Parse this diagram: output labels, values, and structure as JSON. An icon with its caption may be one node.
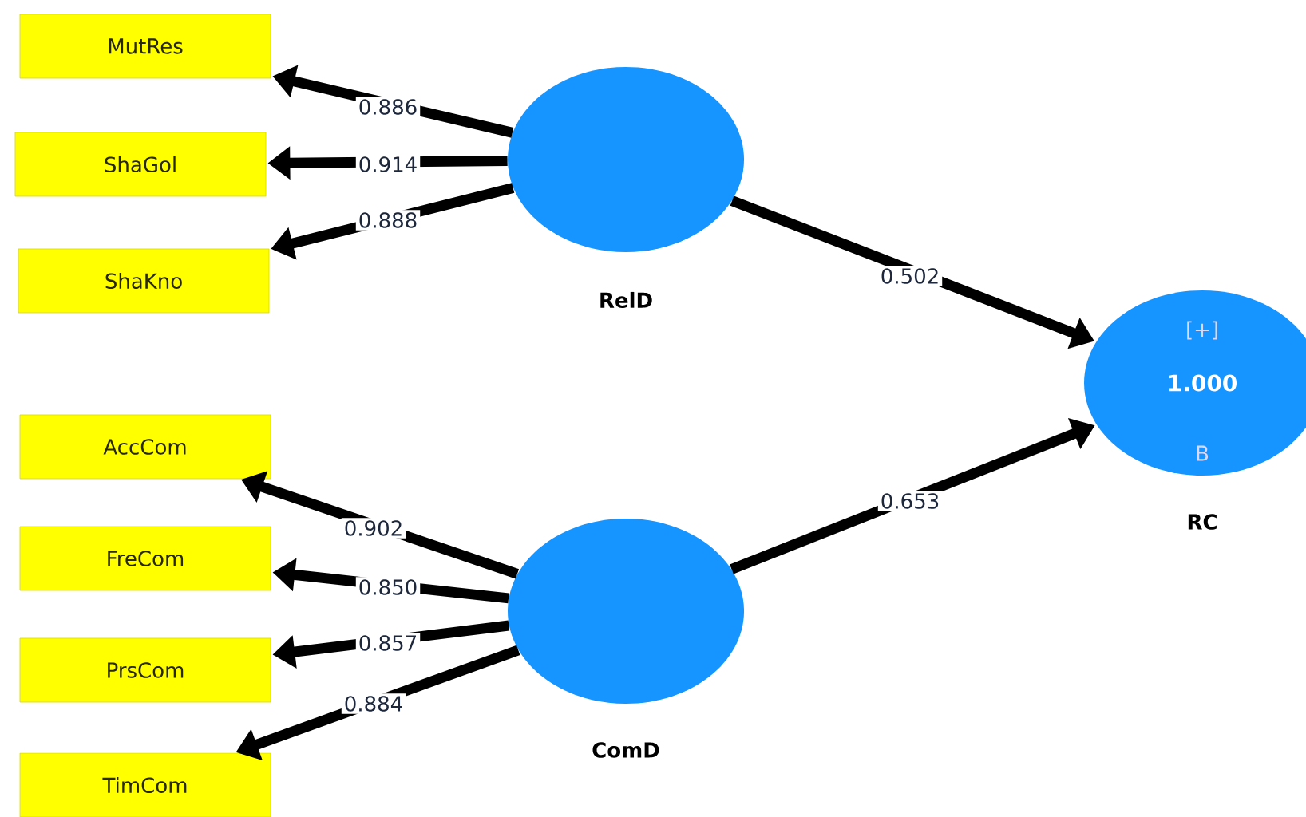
{
  "diagram": {
    "nodes": [
      {
        "text": [
          "MutRes"
        ]
      },
      {
        "text": [
          "ShaGol"
        ]
      },
      {
        "text": [
          "ShaKno"
        ]
      },
      {
        "text": [
          "RelD"
        ]
      },
      {
        "text": [
          "AccCom"
        ]
      },
      {
        "text": [
          "FreCom"
        ]
      },
      {
        "text": [
          "PrsCom"
        ]
      },
      {
        "text": [
          "TimCom"
        ]
      },
      {
        "text": [
          "ComD"
        ]
      },
      {
        "text": [
          "[+]",
          "1.000",
          "B",
          "RC"
        ]
      }
    ],
    "edges": [
      {
        "from": 3,
        "to": 0,
        "arrow": "to",
        "label": "0.886"
      },
      {
        "from": 3,
        "to": 1,
        "arrow": "to",
        "label": "0.914"
      },
      {
        "from": 3,
        "to": 2,
        "arrow": "to",
        "label": "0.888"
      },
      {
        "from": 8,
        "to": 4,
        "arrow": "to",
        "label": "0.902"
      },
      {
        "from": 8,
        "to": 5,
        "arrow": "to",
        "label": "0.850"
      },
      {
        "from": 8,
        "to": 6,
        "arrow": "to",
        "label": "0.857"
      },
      {
        "from": 8,
        "to": 7,
        "arrow": "to",
        "label": "0.884"
      },
      {
        "from": 3,
        "to": 9,
        "arrow": "to",
        "label": "0.502"
      },
      {
        "from": 8,
        "to": 9,
        "arrow": "to",
        "label": "0.653"
      }
    ]
  }
}
